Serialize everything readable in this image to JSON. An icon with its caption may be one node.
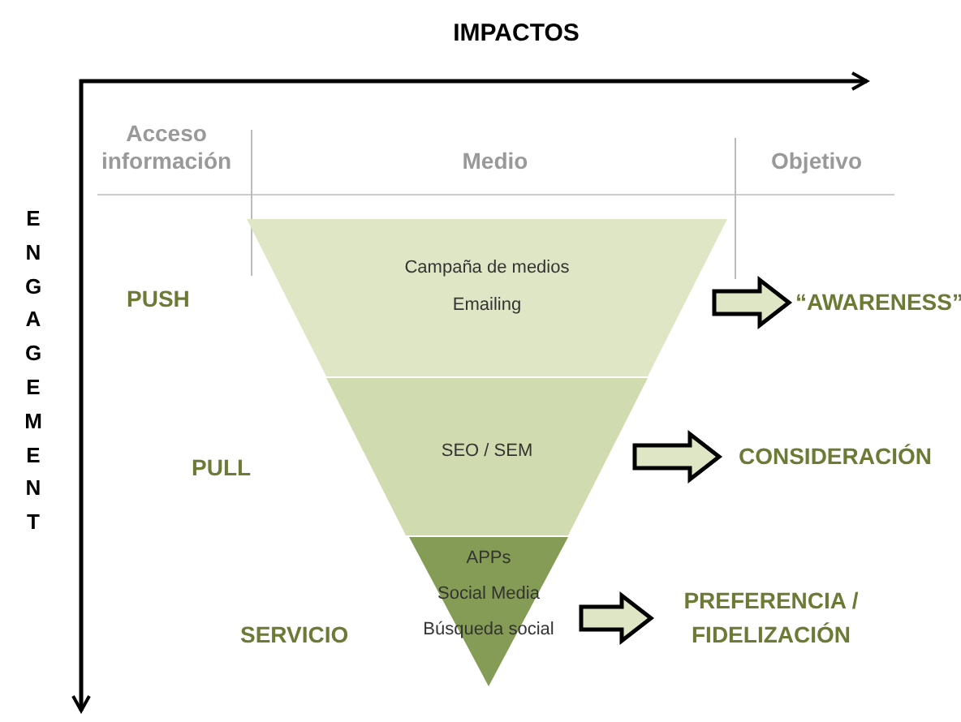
{
  "diagram": {
    "nodes": [
      {
        "text": [
          "Campaña de medios",
          "Emailing"
        ]
      },
      {
        "text": [
          "SEO / SEM"
        ]
      },
      {
        "text": [
          "APPs",
          "Social Media",
          "Búsqueda social"
        ]
      },
      {
        "text": [
          "“AWARENESS”"
        ]
      },
      {
        "text": [
          "CONSIDERACIÓN"
        ]
      },
      {
        "text": [
          "PREFERENCIA / FIDELIZACIÓN"
        ]
      }
    ],
    "edges": [
      {
        "from": 0,
        "to": 3,
        "arrow": "to"
      },
      {
        "from": 1,
        "to": 4,
        "arrow": "to"
      },
      {
        "from": 2,
        "to": 5,
        "arrow": "to"
      }
    ],
    "labels": [
      "IMPACTOS",
      "Acceso información",
      "Medio",
      "Objetivo",
      "ENGAGEMENT",
      "PUSH",
      "PULL",
      "SERVICIO"
    ]
  }
}
